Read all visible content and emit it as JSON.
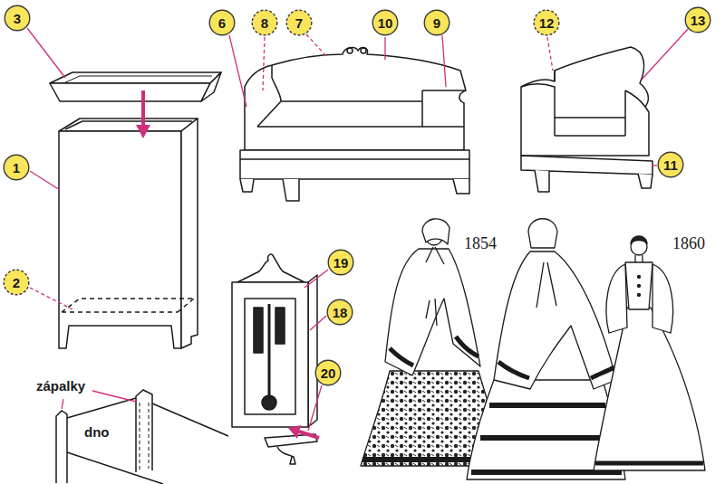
{
  "diagram": {
    "nodes": [
      {
        "text": [
          "3"
        ]
      },
      {
        "text": [
          "6"
        ]
      },
      {
        "text": [
          "8"
        ]
      },
      {
        "text": [
          "7"
        ]
      },
      {
        "text": [
          "10"
        ]
      },
      {
        "text": [
          "9"
        ]
      },
      {
        "text": [
          "12"
        ]
      },
      {
        "text": [
          "13"
        ]
      },
      {
        "text": [
          "1"
        ]
      },
      {
        "text": [
          "11"
        ]
      },
      {
        "text": [
          "19"
        ]
      },
      {
        "text": [
          "2"
        ]
      },
      {
        "text": [
          "18"
        ]
      },
      {
        "text": [
          "20"
        ]
      }
    ],
    "labels": [
      "zápalky",
      "dno",
      "1854",
      "1860"
    ]
  }
}
